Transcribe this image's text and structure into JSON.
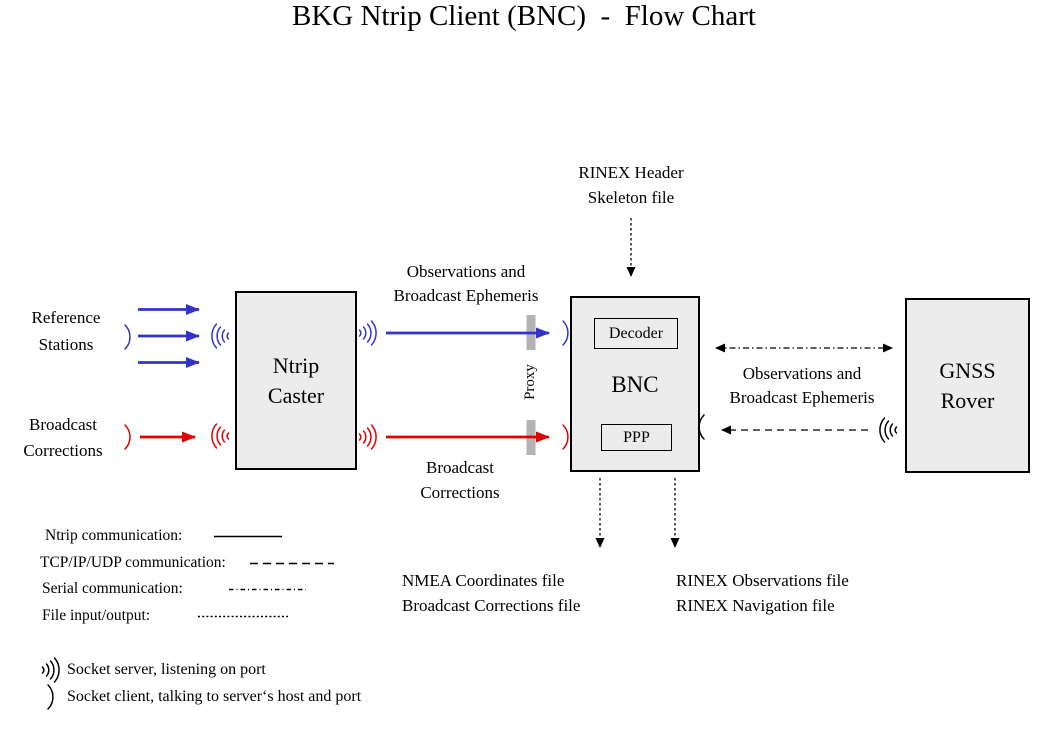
{
  "title": "BKG Ntrip Client (BNC)  -  Flow Chart",
  "colors": {
    "ntrip_blue": "#3333cc",
    "corrections_red": "#e00000",
    "box_fill": "#ececec",
    "proxy_gray": "#b3b3b3",
    "line_black": "#000000"
  },
  "nodes": {
    "ntrip_caster": {
      "label": "Ntrip\nCaster"
    },
    "bnc": {
      "label": "BNC",
      "decoder": "Decoder",
      "ppp": "PPP"
    },
    "gnss_rover": {
      "label": "GNSS\nRover"
    }
  },
  "labels": {
    "rinex_header_skeleton": "RINEX Header\nSkeleton file",
    "reference_stations": "Reference\nStations",
    "broadcast_corrections_left": "Broadcast\nCorrections",
    "obs_ephemeris_top": "Observations and\nBroadcast Ephemeris",
    "broadcast_corrections_mid": "Broadcast\nCorrections",
    "proxy": "Proxy",
    "obs_ephemeris_right": "Observations and\nBroadcast Ephemeris",
    "nmea_files": "NMEA Coordinates file\nBroadcast Corrections file",
    "rinex_files": "RINEX Observations file\nRINEX Navigation file"
  },
  "legend": {
    "items": [
      {
        "label": "Ntrip communication:",
        "style": "solid"
      },
      {
        "label": "TCP/IP/UDP communication:",
        "style": "dashed"
      },
      {
        "label": "Serial communication:",
        "style": "dash-dot"
      },
      {
        "label": "File input/output:",
        "style": "dotted"
      }
    ],
    "socket_server": "Socket server, listening on port",
    "socket_client": "Socket client, talking to server‘s host and port"
  }
}
